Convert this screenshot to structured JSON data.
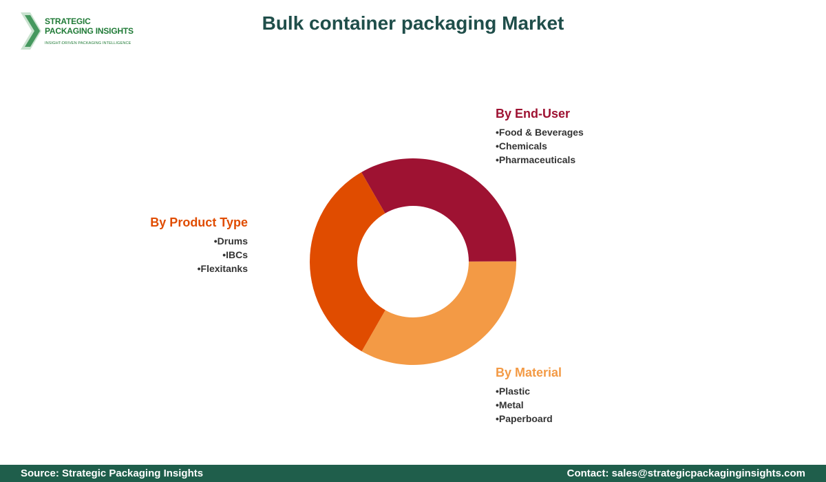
{
  "logo": {
    "name_line1": "STRATEGIC",
    "name_line2": "PACKAGING INSIGHTS",
    "tagline": "INSIGHT-DRIVEN PACKAGING INTELLIGENCE"
  },
  "title": "Bulk container packaging Market",
  "chart_data": {
    "type": "pie",
    "title": "Bulk container packaging Market",
    "donut": true,
    "slices": [
      {
        "name": "By End-User",
        "value": 33.3,
        "color": "#9e1232",
        "items": [
          "Food & Beverages",
          "Chemicals",
          "Pharmaceuticals"
        ]
      },
      {
        "name": "By Material",
        "value": 33.3,
        "color": "#f39a45",
        "items": [
          "Plastic",
          "Metal",
          "Paperboard"
        ]
      },
      {
        "name": "By Product Type",
        "value": 33.4,
        "color": "#e04c00",
        "items": [
          "Drums",
          "IBCs",
          "Flexitanks"
        ]
      }
    ]
  },
  "footer": {
    "source": "Source: Strategic Packaging Insights",
    "contact": "Contact: sales@strategicpackaginginsights.com"
  }
}
